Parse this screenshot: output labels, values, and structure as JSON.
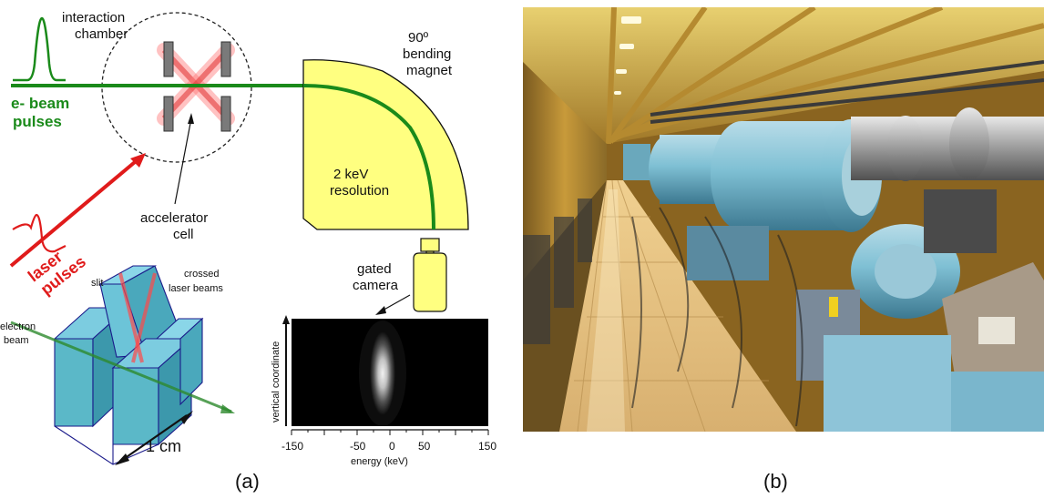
{
  "panel_a": {
    "labels": {
      "interaction_chamber_1": "interaction",
      "interaction_chamber_2": "chamber",
      "ebeam_1": "e- beam",
      "ebeam_2": "pulses",
      "magnet_1": "90º",
      "magnet_2": "bending",
      "magnet_3": "magnet",
      "resolution_1": "2 keV",
      "resolution_2": "resolution",
      "accel_1": "accelerator",
      "accel_2": "cell",
      "laser_1": "laser",
      "laser_2": "pulses",
      "slit": "slit",
      "crossed_1": "crossed",
      "crossed_2": "laser beams",
      "electron_1": "electron",
      "electron_2": "beam",
      "scale": "1 cm",
      "camera_1": "gated",
      "camera_2": "camera"
    },
    "plot": {
      "ylabel": "vertical coordinate",
      "xlabel": "energy (keV)",
      "ticks": [
        "-150",
        "-50",
        "0",
        "50",
        "150"
      ]
    },
    "caption": "(a)"
  },
  "panel_b": {
    "caption": "(b)"
  },
  "colors": {
    "beam_green": "#1a8a1a",
    "laser_red": "#e01b1b",
    "magnet_yellow": "#ffff80",
    "cell_blue": "#5bb8c8"
  }
}
